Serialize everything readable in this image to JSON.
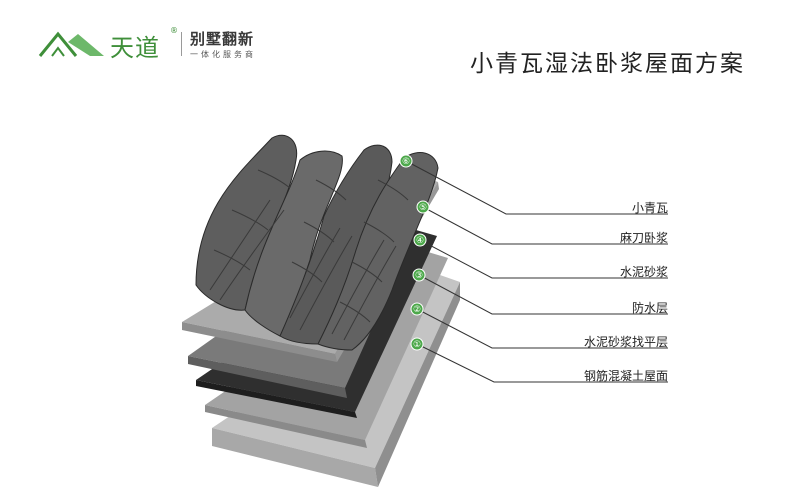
{
  "brand": {
    "name_cn": "天道",
    "registered": "®",
    "slogan": "别墅翻新",
    "sub": "一体化服务商"
  },
  "title": "小青瓦湿法卧浆屋面方案",
  "layers": [
    {
      "number": "⑥",
      "label": "小青瓦"
    },
    {
      "number": "⑤",
      "label": "麻刀卧浆"
    },
    {
      "number": "④",
      "label": "水泥砂浆"
    },
    {
      "number": "③",
      "label": "防水层"
    },
    {
      "number": "②",
      "label": "水泥砂浆找平层"
    },
    {
      "number": "①",
      "label": "钢筋混凝土屋面"
    }
  ],
  "colors": {
    "brand_green": "#3f8f3a",
    "marker_green": "#4ca84a",
    "tile": "#5c5c5c",
    "tile_dark": "#3f3f3f",
    "mortar_light": "#a9a9a9",
    "mortar_dark": "#777777",
    "waterproof": "#2f2f2f",
    "screed": "#9c9c9c",
    "concrete": "#b8b8b8"
  }
}
